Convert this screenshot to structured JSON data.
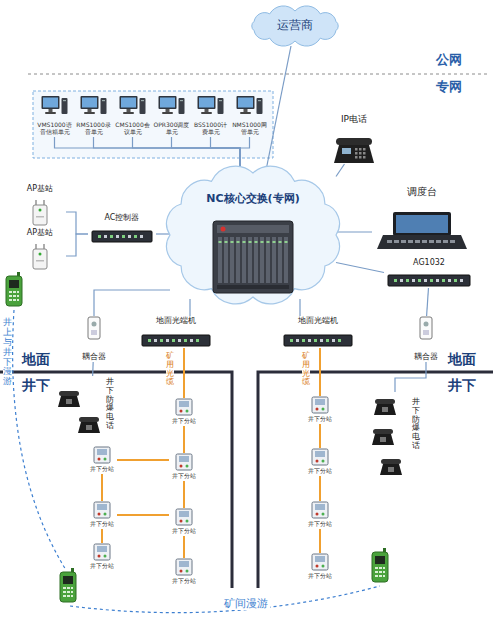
{
  "diagram": {
    "nodes": [
      {
        "text": [
          "运营商"
        ]
      },
      {
        "text": [
          "VMS1000语音信箱单元"
        ]
      },
      {
        "text": [
          "RMS1000录音单元"
        ]
      },
      {
        "text": [
          "CMS1000会议单元"
        ]
      },
      {
        "text": [
          "OPR300调度单元"
        ]
      },
      {
        "text": [
          "BSS1000计费单元"
        ]
      },
      {
        "text": [
          "NMS1000网管单元"
        ]
      },
      {
        "text": [
          "IP电话"
        ]
      },
      {
        "text": [
          "调度台"
        ]
      },
      {
        "text": [
          "AP基站"
        ]
      },
      {
        "text": [
          "AP基站"
        ]
      },
      {
        "text": [
          "AC控制器"
        ]
      },
      {
        "text": [
          "NC核心交换(专网)"
        ]
      },
      {
        "text": [
          "AG1032"
        ]
      },
      {
        "text": [
          "地面光端机"
        ]
      },
      {
        "text": [
          "地面光端机"
        ]
      },
      {
        "text": [
          "耦合器"
        ]
      },
      {
        "text": [
          "耦合器"
        ]
      },
      {
        "text": [
          "井下防爆电话"
        ]
      },
      {
        "text": [
          "井下防爆电话"
        ]
      },
      {
        "text": [
          "井下分站"
        ]
      },
      {
        "text": [
          "井下分站"
        ]
      },
      {
        "text": [
          "井下分站"
        ]
      },
      {
        "text": [
          "井下分站"
        ]
      },
      {
        "text": [
          "井下分站"
        ]
      },
      {
        "text": [
          "井下分站"
        ]
      },
      {
        "text": [
          "井下分站"
        ]
      },
      {
        "text": [
          "井下分站"
        ]
      },
      {
        "text": [
          "井下分站"
        ]
      },
      {
        "text": [
          "井下分站"
        ]
      },
      {
        "text": [
          "井下分站"
        ]
      }
    ],
    "edges": [
      {
        "from": 0,
        "to": 12,
        "arrow": "none"
      },
      {
        "from": 1,
        "to": 12,
        "arrow": "none"
      },
      {
        "from": 2,
        "to": 12,
        "arrow": "none"
      },
      {
        "from": 3,
        "to": 12,
        "arrow": "none"
      },
      {
        "from": 4,
        "to": 12,
        "arrow": "none"
      },
      {
        "from": 5,
        "to": 12,
        "arrow": "none"
      },
      {
        "from": 6,
        "to": 12,
        "arrow": "none"
      },
      {
        "from": 7,
        "to": 12,
        "arrow": "none"
      },
      {
        "from": 8,
        "to": 12,
        "arrow": "none"
      },
      {
        "from": 9,
        "to": 11,
        "arrow": "none"
      },
      {
        "from": 10,
        "to": 11,
        "arrow": "none"
      },
      {
        "from": 11,
        "to": 12,
        "arrow": "none"
      },
      {
        "from": 13,
        "to": 12,
        "arrow": "none"
      },
      {
        "from": 14,
        "to": 12,
        "arrow": "none"
      },
      {
        "from": 15,
        "to": 12,
        "arrow": "none"
      },
      {
        "from": 16,
        "to": 12,
        "arrow": "none"
      },
      {
        "from": 17,
        "to": 13,
        "arrow": "none"
      },
      {
        "from": 16,
        "to": 18,
        "arrow": "none"
      },
      {
        "from": 17,
        "to": 19,
        "arrow": "none"
      },
      {
        "from": 14,
        "to": 20,
        "arrow": "none"
      },
      {
        "from": 20,
        "to": 22,
        "arrow": "none"
      },
      {
        "from": 22,
        "to": 24,
        "arrow": "none"
      },
      {
        "from": 24,
        "to": 26,
        "arrow": "none"
      },
      {
        "from": 22,
        "to": 21,
        "arrow": "none"
      },
      {
        "from": 21,
        "to": 23,
        "arrow": "none"
      },
      {
        "from": 23,
        "to": 25,
        "arrow": "none"
      },
      {
        "from": 24,
        "to": 23,
        "arrow": "none"
      },
      {
        "from": 15,
        "to": 27,
        "arrow": "none"
      },
      {
        "from": 27,
        "to": 28,
        "arrow": "none"
      },
      {
        "from": 28,
        "to": 29,
        "arrow": "none"
      },
      {
        "from": 29,
        "to": 30,
        "arrow": "none"
      }
    ],
    "labels": [
      "公网",
      "专网",
      "地面",
      "井下",
      "地面",
      "井下",
      "矿用光缆",
      "矿用光缆",
      "井上与井下漫游",
      "矿间漫游"
    ]
  }
}
